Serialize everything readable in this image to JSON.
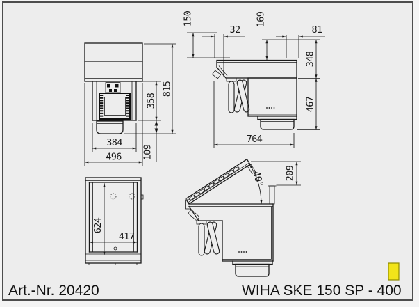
{
  "title_block": {
    "art_number": "Art.-Nr. 20420",
    "product_name": "WIHA SKE 150 SP - 400"
  },
  "colors": {
    "background": "#ededed",
    "line": "#1a1a1a",
    "highlight_fill": "#f2e41a",
    "highlight_border": "#8f8b00"
  },
  "views": {
    "front": {
      "dims": {
        "total_height": "815",
        "body_height": "358",
        "foot_height": "109",
        "inner_width": "384",
        "outer_width": "496"
      }
    },
    "side_closed": {
      "dims": {
        "top_height": "150",
        "lip_width": "32",
        "lid_offset": "169",
        "rear_offset": "81",
        "upper_height": "348",
        "lower_height": "467",
        "total_depth": "764"
      }
    },
    "side_open": {
      "dims": {
        "open_rise": "209",
        "open_angle": "40°"
      }
    },
    "top": {
      "dims": {
        "inner_depth": "624",
        "inner_width": "417"
      }
    }
  }
}
